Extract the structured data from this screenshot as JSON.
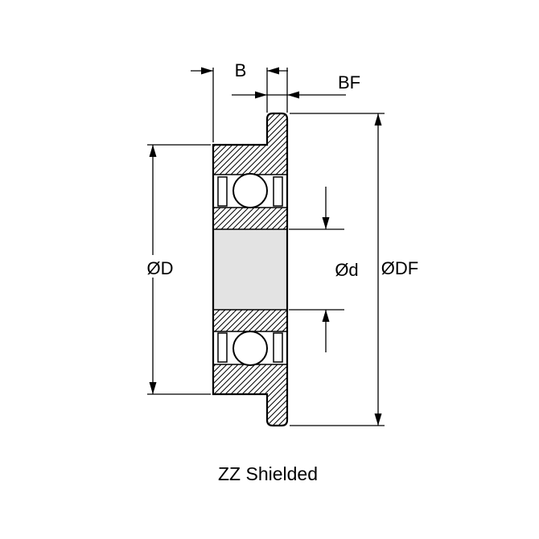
{
  "diagram": {
    "caption": "ZZ Shielded",
    "labels": {
      "width": "B",
      "flange_width": "BF",
      "outer_diameter": "ØD",
      "bore_diameter": "Ød",
      "flange_diameter": "ØDF"
    },
    "colors": {
      "line": "#000000",
      "bore_fill": "#e3e3e3",
      "background": "#ffffff"
    }
  }
}
